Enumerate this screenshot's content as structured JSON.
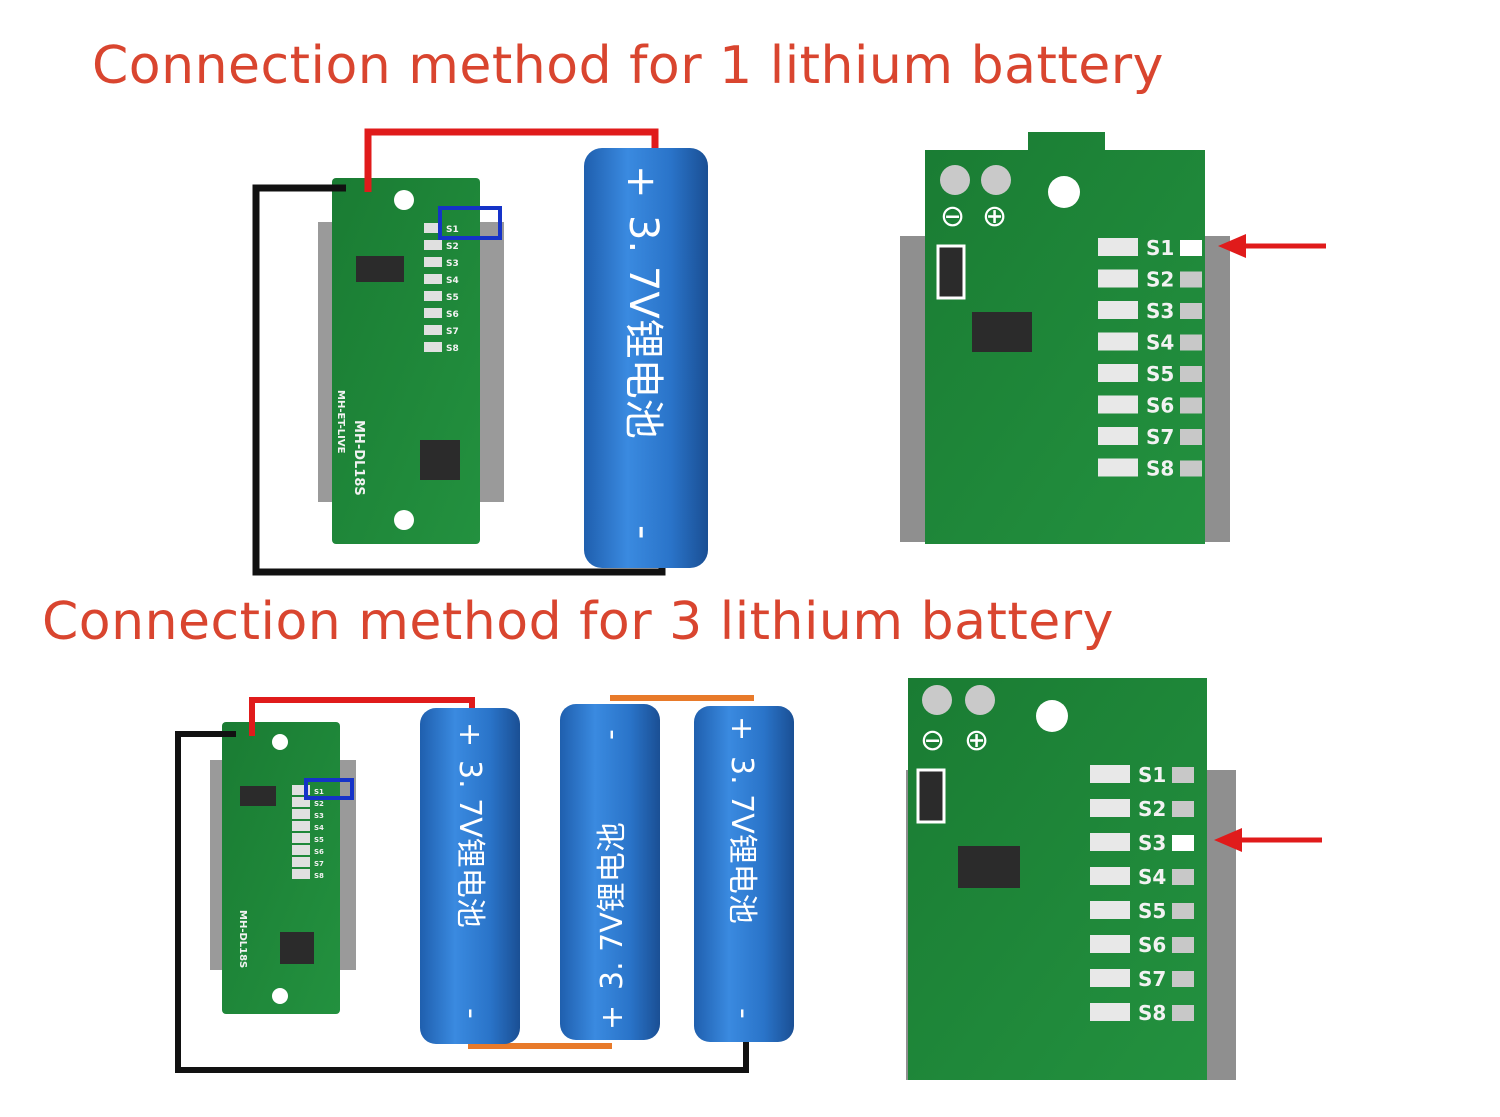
{
  "titles": {
    "one_cell": "Connection method for 1 lithium battery",
    "three_cell": "Connection method for 3 lithium battery"
  },
  "battery": {
    "plus": "+",
    "minus": "-",
    "label": "3. 7V锂电池"
  },
  "board": {
    "model": "MH-DL18S",
    "model2": "MH-ET-LIVE",
    "neg_symbol": "⊖",
    "pos_symbol": "⊕",
    "pads": [
      "S1",
      "S2",
      "S3",
      "S4",
      "S5",
      "S6",
      "S7",
      "S8"
    ]
  },
  "highlight": {
    "one_cell_pad": "S1",
    "three_cell_pad": "S3"
  },
  "colors": {
    "title": "#d9452f",
    "pcb": "#1f8a3a",
    "battery": "#2a74c9",
    "wire_positive": "#e01b1b",
    "wire_negative": "#111111",
    "wire_series": "#e87a2a",
    "marker_box": "#1533c8",
    "arrow": "#e01b1b"
  }
}
